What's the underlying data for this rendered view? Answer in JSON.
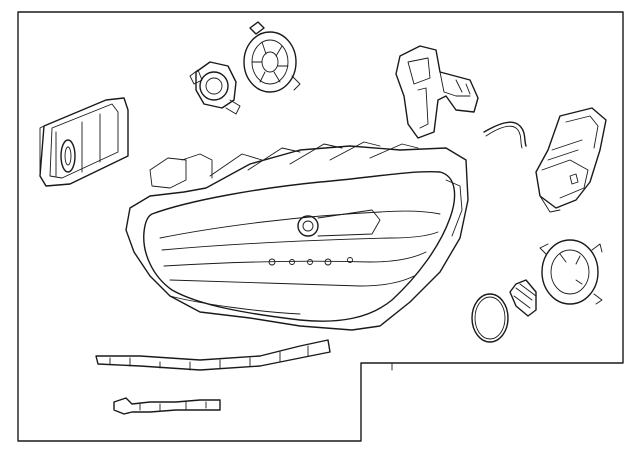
{
  "diagram": {
    "parts": [
      {
        "name": "ballast-control-module"
      },
      {
        "name": "bulb-socket"
      },
      {
        "name": "cooling-fan"
      },
      {
        "name": "headlamp-bracket"
      },
      {
        "name": "wire-tube"
      },
      {
        "name": "led-driver-module"
      },
      {
        "name": "headlamp-assembly"
      },
      {
        "name": "dust-cover"
      },
      {
        "name": "lens-gasket"
      },
      {
        "name": "inner-gasket"
      },
      {
        "name": "lower-trim-strip"
      },
      {
        "name": "small-bracket"
      }
    ]
  }
}
